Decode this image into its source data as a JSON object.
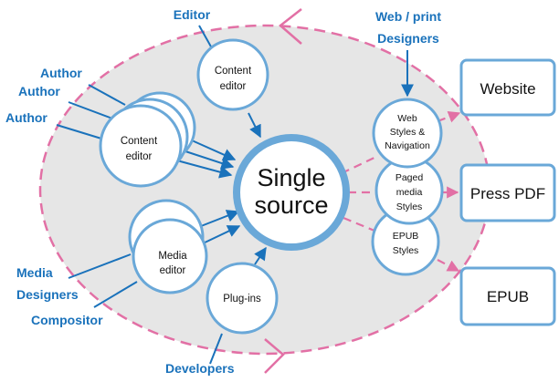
{
  "diagram": {
    "colors": {
      "actor_text": "#1a72bb",
      "input_arrow": "#1a72bb",
      "node_border": "#6aa8d8",
      "output_dashed": "#e270a5",
      "boundary_fill": "#e6e6e6"
    },
    "center": {
      "line1": "Single",
      "line2": "source"
    },
    "actors": {
      "editor": "Editor",
      "web_print_line1": "Web / print",
      "web_print_line2": "Designers",
      "author_1": "Author",
      "author_2": "Author",
      "author_3": "Author",
      "media_line1": "Media",
      "media_line2": "Designers",
      "compositor": "Compositor",
      "developers": "Developers"
    },
    "nodes": {
      "content_editor_top": {
        "line1": "Content",
        "line2": "editor"
      },
      "content_editor_stack": {
        "line1": "Content",
        "line2": "editor"
      },
      "media_editor": {
        "line1": "Media",
        "line2": "editor"
      },
      "plugins": {
        "line1": "Plug-ins"
      },
      "web_styles": {
        "line1": "Web",
        "line2": "Styles &",
        "line3": "Navigation"
      },
      "paged_styles": {
        "line1": "Paged",
        "line2": "media",
        "line3": "Styles"
      },
      "epub_styles": {
        "line1": "EPUB",
        "line2": "Styles"
      }
    },
    "outputs": {
      "website": "Website",
      "press_pdf": "Press PDF",
      "epub": "EPUB"
    }
  }
}
